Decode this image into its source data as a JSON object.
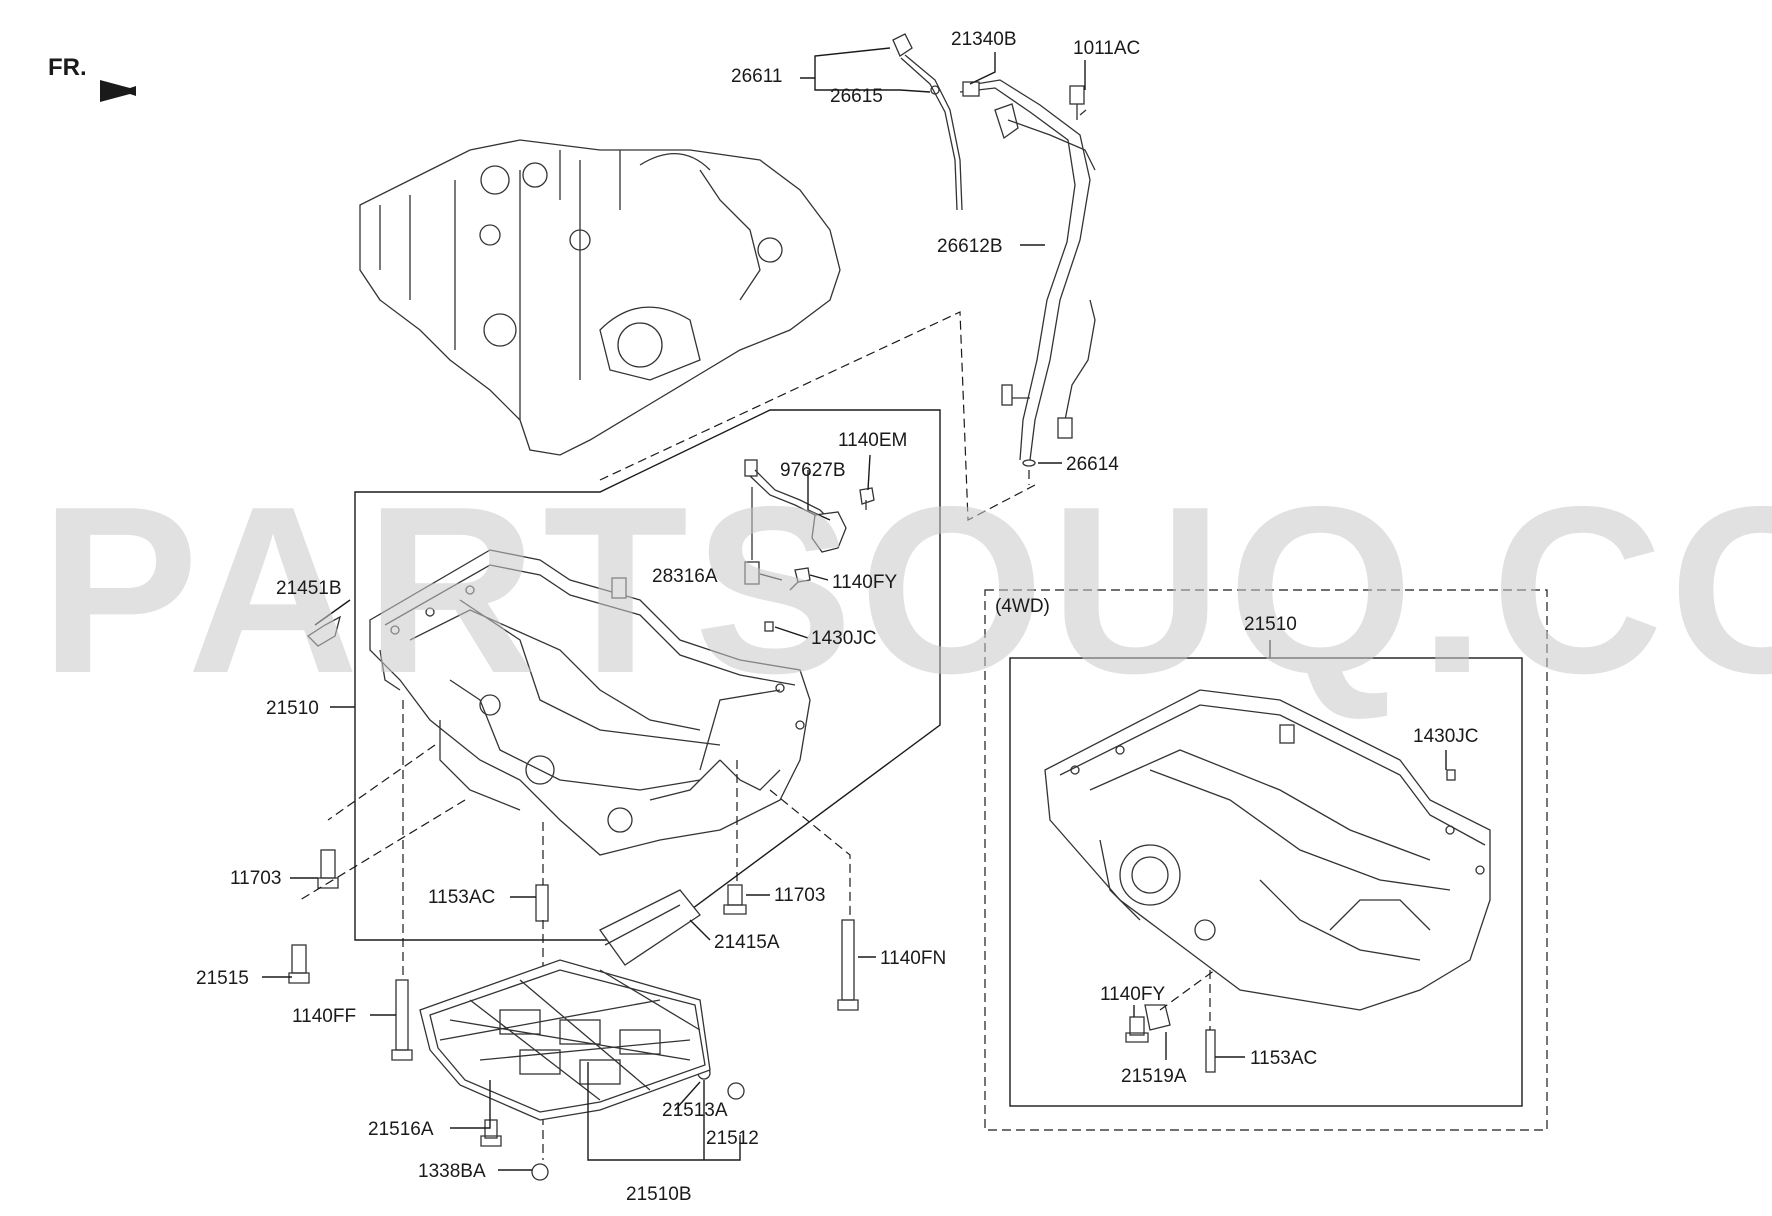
{
  "header": {
    "direction_label": "FR."
  },
  "watermark": "PARTSOUQ.COM",
  "box_4wd_label": "(4WD)",
  "labels": {
    "l26611": "26611",
    "l26615": "26615",
    "l21340B": "21340B",
    "l1011AC": "1011AC",
    "l26612B": "26612B",
    "l26614": "26614",
    "l1140EM": "1140EM",
    "l97627B": "97627B",
    "l28316A": "28316A",
    "l1140FY": "1140FY",
    "l1430JC": "1430JC",
    "l21451B": "21451B",
    "l21510": "21510",
    "l11703a": "11703",
    "l11703b": "11703",
    "l1153AC": "1153AC",
    "l21415A": "21415A",
    "l1140FN": "1140FN",
    "l21515": "21515",
    "l1140FF": "1140FF",
    "l21516A": "21516A",
    "l21513A": "21513A",
    "l21512": "21512",
    "l1338BA": "1338BA",
    "l21510B": "21510B",
    "l4wd21510": "21510",
    "l4wd1430JC": "1430JC",
    "l4wd1140FY": "1140FY",
    "l4wd21519A": "21519A",
    "l4wd1153AC": "1153AC"
  }
}
